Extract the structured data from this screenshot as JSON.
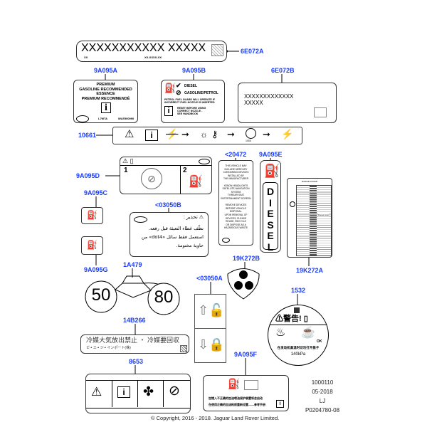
{
  "callouts": {
    "c6E072A": "6E072A",
    "c9A095A": "9A095A",
    "c9A095B": "9A095B",
    "c6E072B": "6E072B",
    "c10661": "10661",
    "c9A095D": "9A095D",
    "c20472": "<20472",
    "c9A095E": "9A095E",
    "c9A095C": "9A095C",
    "c03050B": "<03050B",
    "c9A095G": "9A095G",
    "c19K272B": "19K272B",
    "c19K272A": "19K272A",
    "c1A479": "1A479",
    "c03050A": "<03050A",
    "c1532": "1532",
    "c14B266": "14B266",
    "c8653": "8653",
    "c9A095F": "9A095F"
  },
  "l6E072A": {
    "main": "XXXXXXXXXXX XXXXX",
    "small1": "XX",
    "small2": "XX-XXXX-XX"
  },
  "l9A095A": {
    "l1": "PREMIUM",
    "l2": "GASOLINE RECOMMENDED",
    "l3": "ESSENCE",
    "l4": "PREMIUM RECOMMENDÉ",
    "code1": "L7MTA",
    "code2": "WLE500090"
  },
  "l9A095B": {
    "diesel": "DIESEL",
    "petrol": "GASOLINE/PETROL",
    "warn1": "PETROL FUEL GUARD WILL OPERATE IF",
    "warn2": "INCORRECT FUEL NOZZLE IS INSERTED",
    "reset1": "RESET BEFORE USING",
    "reset2": "CORRECT NOZZLE -",
    "reset3": "SEE HANDBOOK"
  },
  "l6E072B": {
    "l1": "XXXXXXXXXXXXX",
    "l2": "XXXXX"
  },
  "l10661": {
    "rpm": "1000"
  },
  "l9A095D": {
    "n1": "1",
    "n2": "2"
  },
  "l20472": {
    "lines": [
      "THIS VEHICLE MAY",
      "INCLUDE MERCURY",
      "CONTAINING DEVICES",
      "INSTALLED BY",
      "THE MANUFACTURER",
      "",
      "XENON HEADLIGHTS",
      "SATELLITE NAVIGATION",
      "SYSTEM",
      "TV/REAR SEAT",
      "ENTERTAINMENT SCREEN",
      "",
      "REMOVE DEVICES",
      "BEFORE VEHICLE",
      "DISPOSAL.",
      "UPON REMOVAL OF",
      "DEVICES, PLEASE",
      "REUSE, RECYCLE",
      "OR DISPOSE AS A",
      "HAZARDOUS WASTE"
    ]
  },
  "l9A095E": {
    "word": "DIESEL",
    "letters": [
      "D",
      "I",
      "E",
      "S",
      "E",
      "L"
    ]
  },
  "l19K272A": {
    "title": "RANGE ROVER",
    "fuel": "Diesel Auto"
  },
  "l03050B": {
    "warn": "تحذير :",
    "l1": "نظّف غطاء التعبئة قبل رفعه.",
    "l2": "استعمل فقط سائل «dot4» من",
    "l3": "حاوية مختومة."
  },
  "l1A479": {
    "left": "50",
    "right": "80"
  },
  "l14B266": {
    "l1": "冷媒大気放出禁止 ・ 冷媒要回収",
    "l2": "ピ-• エ-• ジ-• インポート(株)"
  },
  "l1532": {
    "warn": "警告!",
    "pressure": "140kPa",
    "text": "在发动机高温时切勿打开盖子",
    "ok": "OK"
  },
  "l9A095F": {
    "l1": "加错入不正确的加油喷油保护装置将会启动",
    "l2": "在使用正确的加油枪前重新设置——参考手册"
  },
  "footer": {
    "ref1": "1000110",
    "ref2": "05-2018",
    "ref3": "LJ",
    "ref4": "P0204780-08",
    "copyright": "© Copyright, 2016 - 2018. Jaguar Land Rover Limited."
  }
}
